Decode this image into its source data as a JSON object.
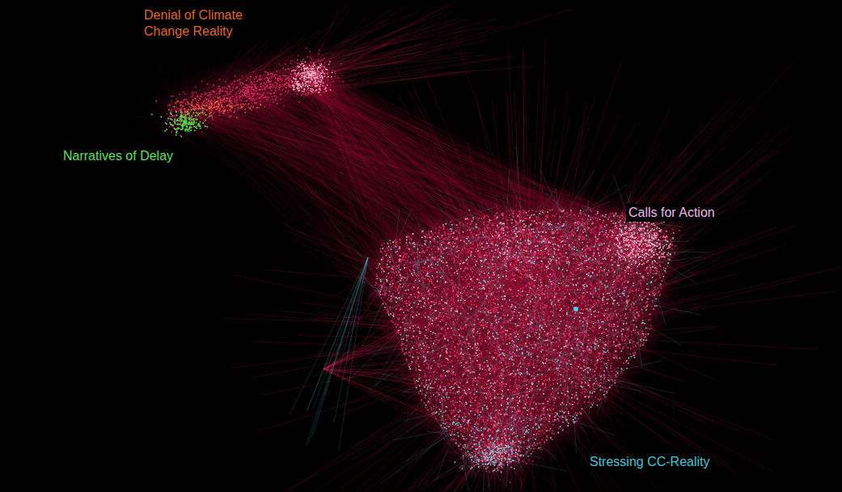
{
  "diagram": {
    "labels": [
      "Denial of Climate Change Reality",
      "Narratives of Delay",
      "Calls for Action",
      "Stressing CC-Reality"
    ]
  }
}
